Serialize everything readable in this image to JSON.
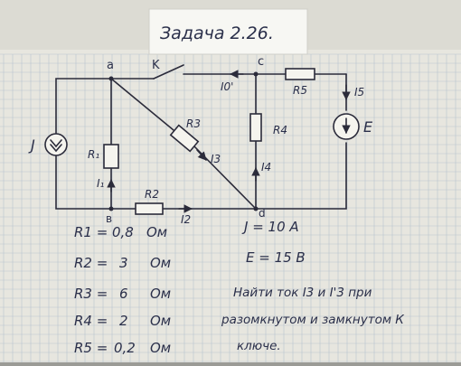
{
  "title": "Задача 2.26.",
  "nodes": {
    "a": "a",
    "c": "c",
    "b": "в",
    "d": "d",
    "key": "K"
  },
  "labels": {
    "R1": "R₁",
    "R2": "R2",
    "R3": "R3",
    "R4": "R4",
    "R5": "R5",
    "I1": "I₁",
    "I2": "I2",
    "I3": "I3",
    "I4": "I4",
    "I5": "I5",
    "I0": "I0'",
    "J": "J",
    "E": "E"
  },
  "values": [
    {
      "label": "R1 =",
      "value": "0,8",
      "unit": "Ом"
    },
    {
      "label": "R2 =",
      "value": "3",
      "unit": "Ом"
    },
    {
      "label": "R3 =",
      "value": "6",
      "unit": "Ом"
    },
    {
      "label": "R4 =",
      "value": "2",
      "unit": "Ом"
    },
    {
      "label": "R5 =",
      "value": "0,2",
      "unit": "Ом"
    }
  ],
  "sources": [
    {
      "label": "J = 10 A"
    },
    {
      "label": "E = 15 B"
    }
  ],
  "task": [
    "Найти ток I3 и I'3 при",
    "разомкнутом и замкнутом К",
    "ключе."
  ]
}
